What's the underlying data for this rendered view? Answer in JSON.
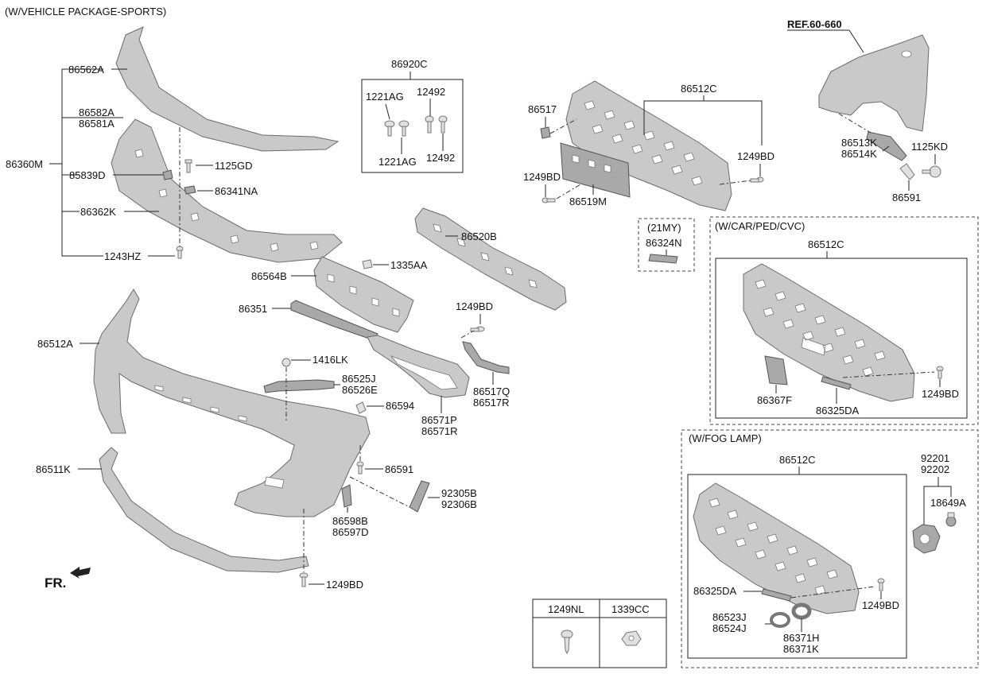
{
  "titles": {
    "package_sports": "(W/VEHICLE PACKAGE-SPORTS)",
    "ref": "REF.60-660",
    "w_car": "(W/CAR/PED/CVC)",
    "w_fog": "(W/FOG LAMP)",
    "my21": "(21MY)",
    "direction": "FR."
  },
  "labels": {
    "l86562A": "86562A",
    "l86582A": "86582A",
    "l86581A": "86581A",
    "l86360M": "86360M",
    "l85839D": "85839D",
    "l1125GD": "1125GD",
    "l86341NA": "86341NA",
    "l86362K": "86362K",
    "l1243HZ": "1243HZ",
    "l86920C": "86920C",
    "l1221AG_a": "1221AG",
    "l12492_a": "12492",
    "l1221AG_b": "1221AG",
    "l12492_b": "12492",
    "l86517": "86517",
    "l86512C_top": "86512C",
    "l1249BD_grille_r": "1249BD",
    "l1249BD_grille_l": "1249BD",
    "l86519M": "86519M",
    "l86513K": "86513K",
    "l86514K": "86514K",
    "l1125KD": "1125KD",
    "l86591_fender": "86591",
    "l86324N": "86324N",
    "l86520B": "86520B",
    "l86564B": "86564B",
    "l1335AA": "1335AA",
    "l86351": "86351",
    "l1249BD_mid": "1249BD",
    "l86512A": "86512A",
    "l1416LK": "1416LK",
    "l86525J": "86525J",
    "l86526E": "86526E",
    "l86594": "86594",
    "l86517Q": "86517Q",
    "l86517R": "86517R",
    "l86571P": "86571P",
    "l86571R": "86571R",
    "l86591_bumper": "86591",
    "l86511K": "86511K",
    "l92305B": "92305B",
    "l92306B": "92306B",
    "l86598B": "86598B",
    "l86597D": "86597D",
    "l1249BD_bottom": "1249BD",
    "l86512C_car": "86512C",
    "l86367F": "86367F",
    "l86325DA_car": "86325DA",
    "l1249BD_car": "1249BD",
    "l86512C_fog": "86512C",
    "l92201": "92201",
    "l92202": "92202",
    "l18649A": "18649A",
    "l86325DA_fog": "86325DA",
    "l1249BD_fog": "1249BD",
    "l86523J": "86523J",
    "l86524J": "86524J",
    "l86371H": "86371H",
    "l86371K": "86371K"
  },
  "legend_table": {
    "headers": [
      "1249NL",
      "1339CC"
    ]
  }
}
